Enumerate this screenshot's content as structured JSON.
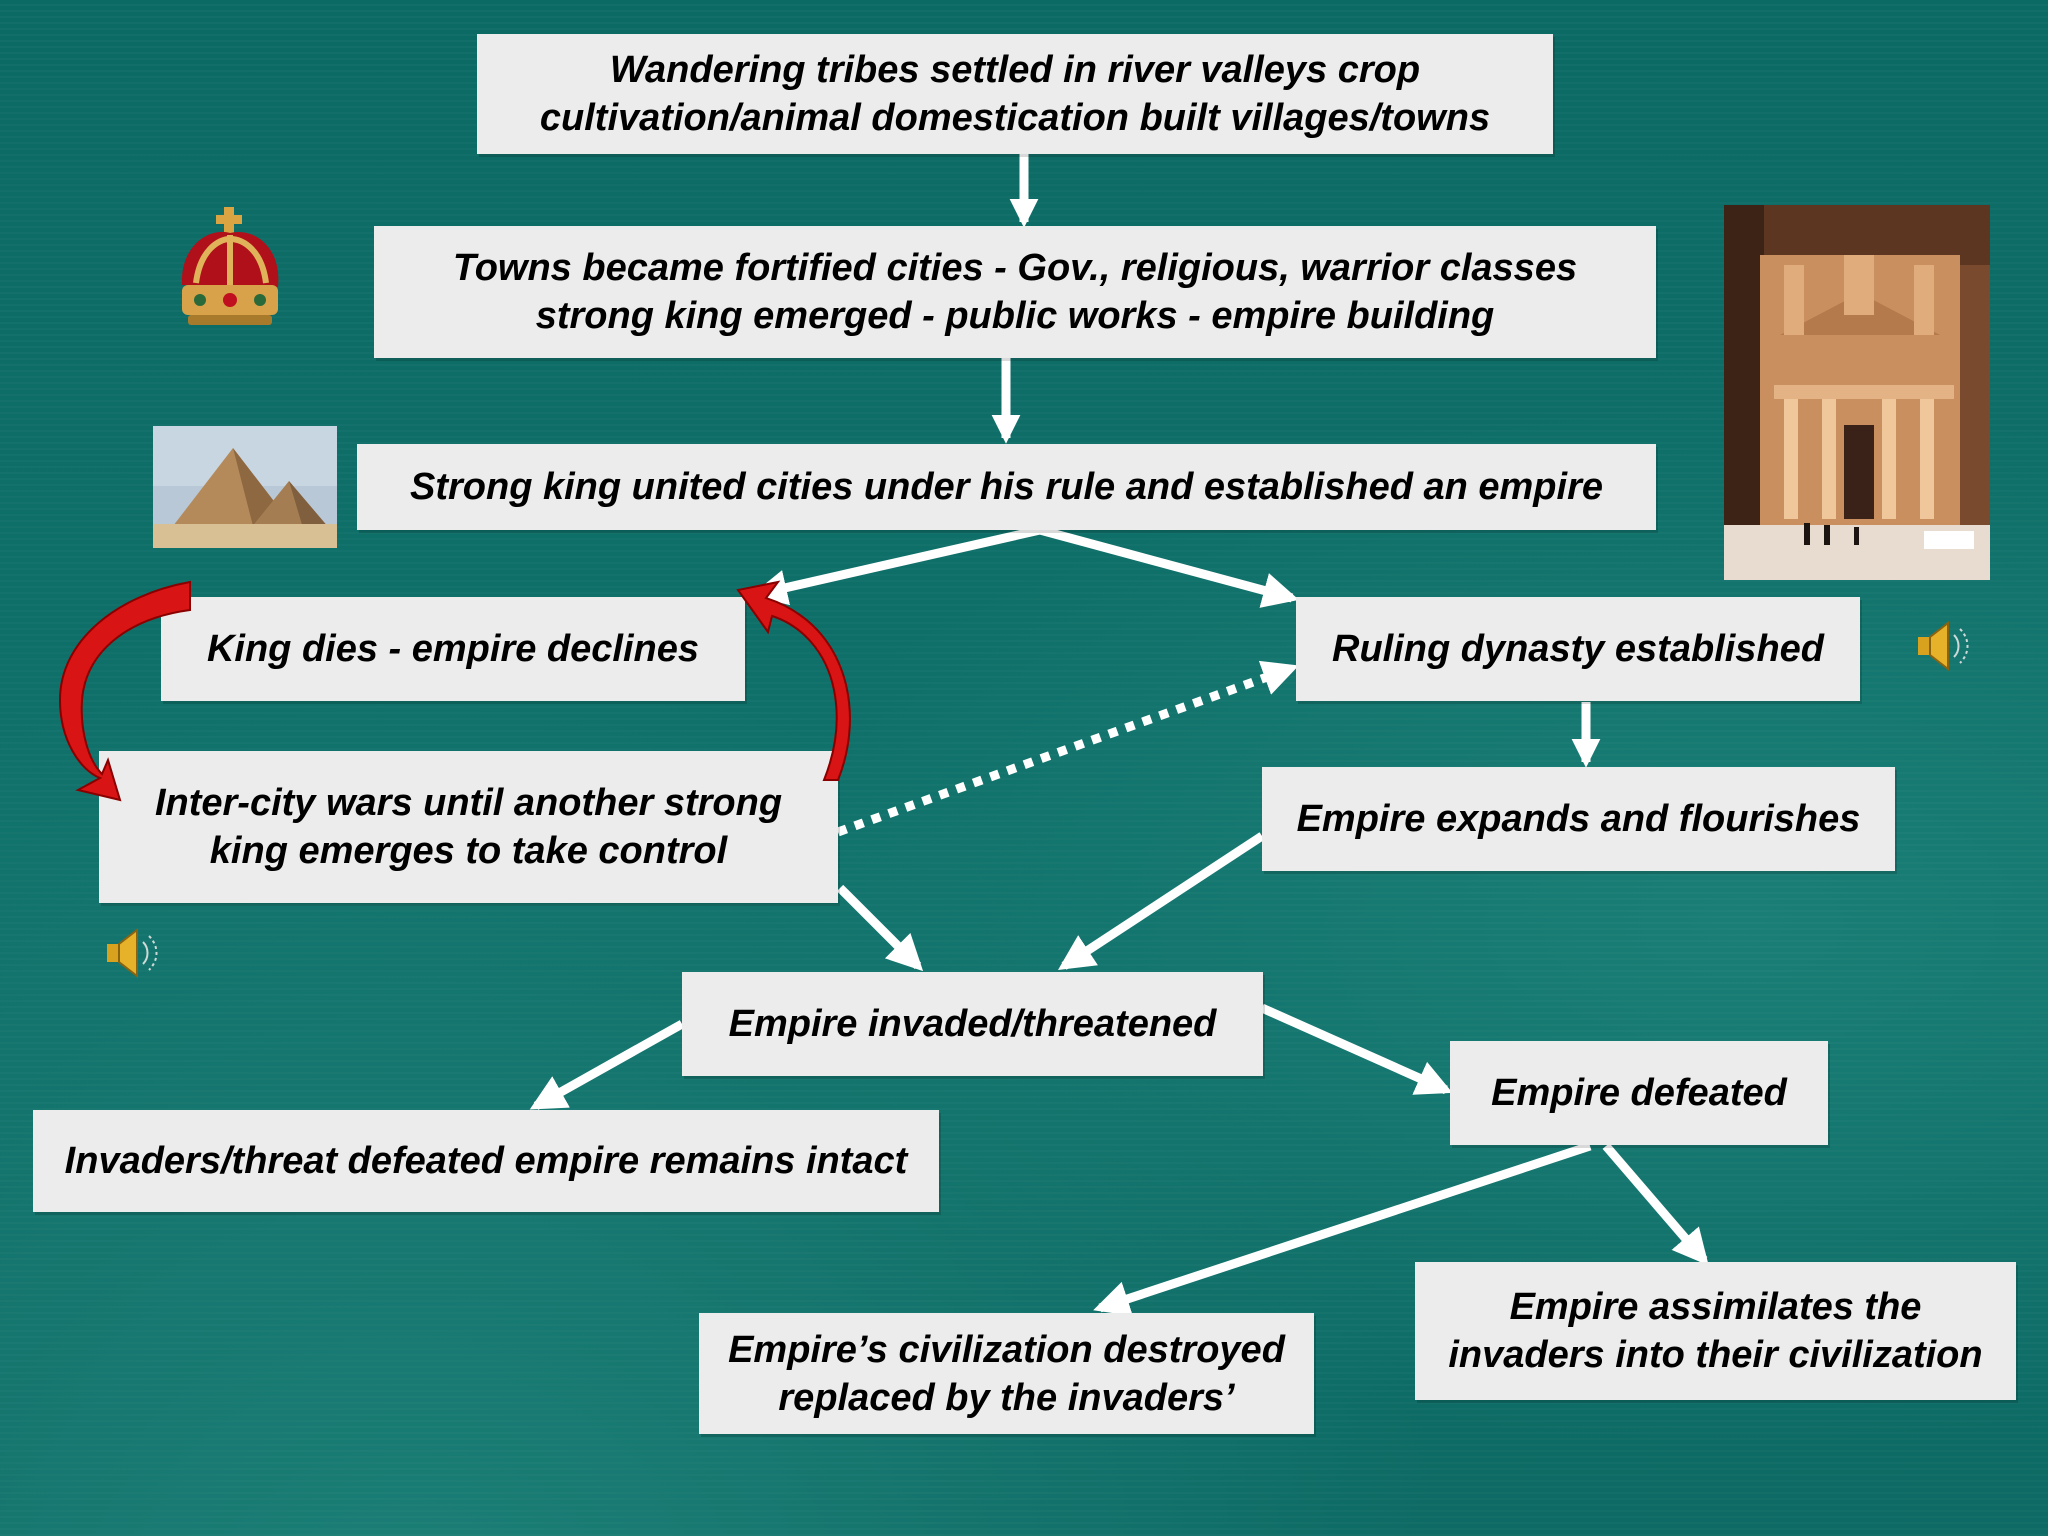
{
  "nodes": {
    "n1": [
      "Wandering tribes settled in river valleys crop",
      "cultivation/animal domestication built villages/towns"
    ],
    "n2": [
      "Towns became fortified cities - Gov., religious, warrior classes",
      "strong king emerged - public works - empire building"
    ],
    "n3": [
      "Strong king united cities under his rule and established an empire"
    ],
    "n4": [
      "King dies - empire declines"
    ],
    "n5": [
      "Ruling dynasty established"
    ],
    "n6": [
      "Inter-city wars until another strong",
      "king emerges to take control"
    ],
    "n7": [
      "Empire expands and flourishes"
    ],
    "n8": [
      "Empire invaded/threatened"
    ],
    "n9": [
      "Empire defeated"
    ],
    "n10": [
      "Invaders/threat defeated empire remains intact"
    ],
    "n11": [
      "Empire’s civilization destroyed",
      "replaced by the invaders’"
    ],
    "n12": [
      "Empire assimilates the",
      "invaders into their civilization"
    ]
  },
  "images": {
    "crown": "crown-image",
    "pyramids": "pyramids-image",
    "petra": "petra-treasury-image",
    "speaker": "speaker-icon"
  },
  "colors": {
    "background": "#0f6f68",
    "box": "#ececec",
    "arrow": "#ffffff",
    "cycle_arrow": "#d81414"
  }
}
